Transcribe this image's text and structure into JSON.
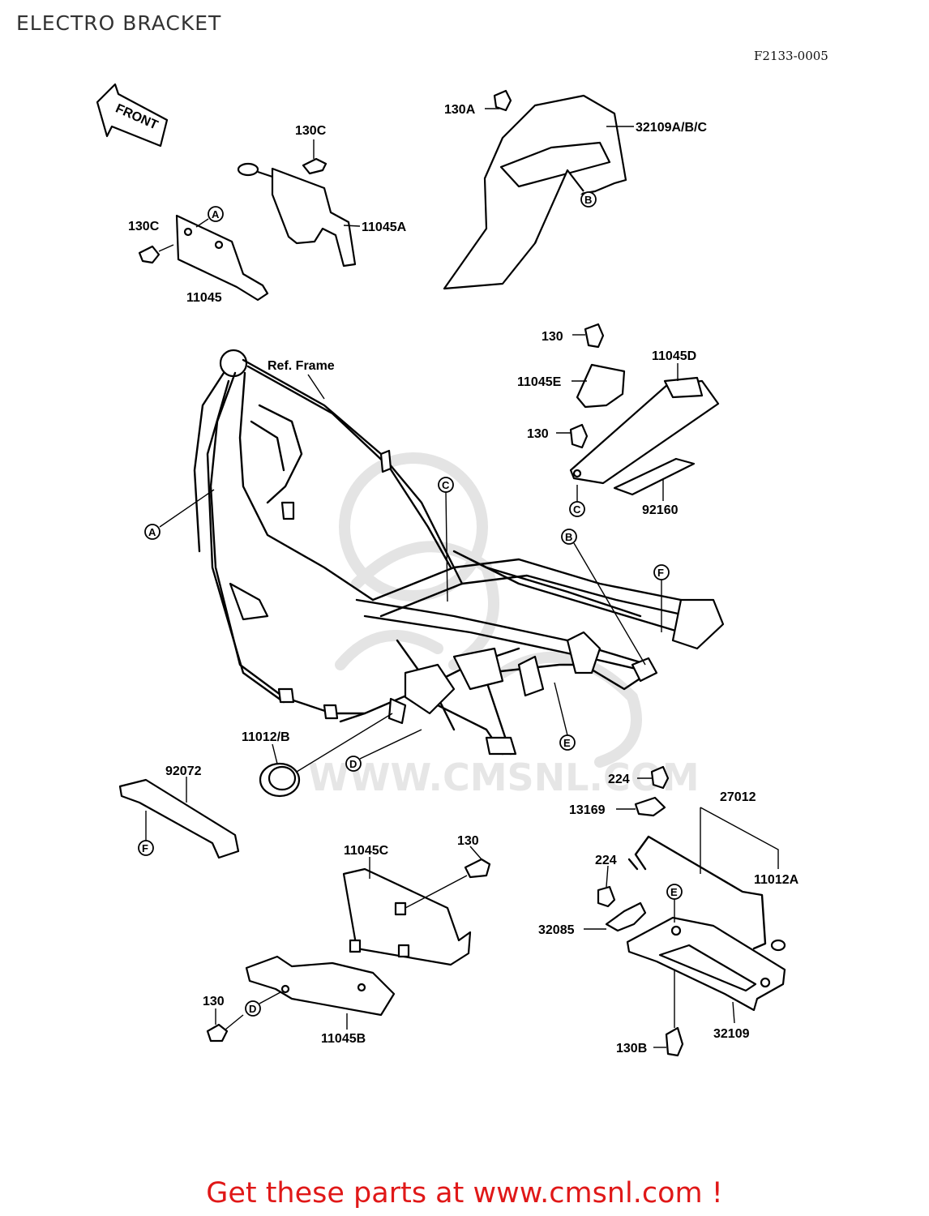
{
  "title": "ELECTRO BRACKET",
  "diagram_code": "F2133-0005",
  "front_arrow": "FRONT",
  "watermark": "WWW.CMSNL.COM",
  "footer": "Get these parts at www.cmsnl.com !",
  "ref_frame": "Ref. Frame",
  "reference_marks": [
    "A",
    "B",
    "C",
    "D",
    "E",
    "F"
  ],
  "parts": {
    "p130c_top": "130C",
    "p130c_left": "130C",
    "p11045a": "11045A",
    "p11045": "11045",
    "p130a": "130A",
    "p32109abc": "32109A/B/C",
    "p130_top": "130",
    "p11045d": "11045D",
    "p11045e": "11045E",
    "p130_mid": "130",
    "p92160": "92160",
    "p11012b": "11012/B",
    "p92072": "92072",
    "p224_top": "224",
    "p27012": "27012",
    "p13169": "13169",
    "p11012a": "11012A",
    "p11045c": "11045C",
    "p130_lower": "130",
    "p224_lower": "224",
    "p32085": "32085",
    "p130_bottom": "130",
    "p11045b": "11045B",
    "p32109": "32109",
    "p130b": "130B"
  }
}
